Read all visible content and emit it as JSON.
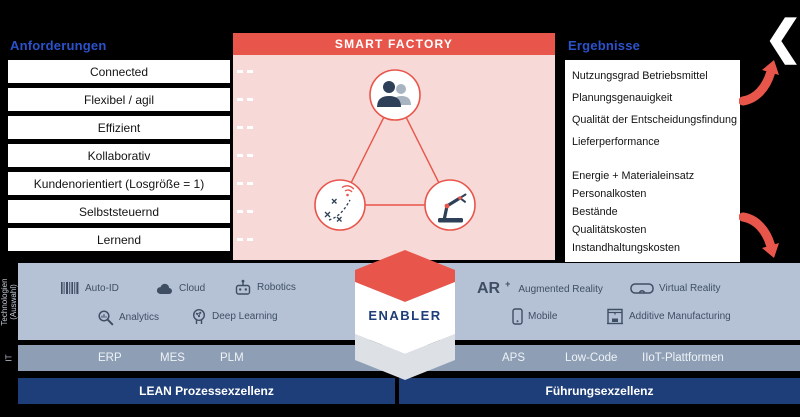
{
  "nav": {
    "back_icon": "❮"
  },
  "requirements": {
    "title": "Anforderungen",
    "items": [
      "Connected",
      "Flexibel / agil",
      "Effizient",
      "Kollaborativ",
      "Kundenorientiert (Losgröße = 1)",
      "Selbststeuernd",
      "Lernend"
    ]
  },
  "smart_factory": {
    "title": "SMART FACTORY"
  },
  "results": {
    "title": "Ergebnisse",
    "improve": [
      "Nutzungsgrad Betriebsmittel",
      "Planungsgenauigkeit",
      "Qualität der Entscheidungsfindung",
      "Lieferperformance"
    ],
    "reduce": [
      "Energie + Materialeinsatz",
      "Personalkosten",
      "Bestände",
      "Qualitätskosten",
      "Instandhaltungskosten"
    ]
  },
  "enabler": {
    "label": "ENABLER"
  },
  "technologies": {
    "side_label": "Technologien",
    "side_label_sub": "(Auswahl)",
    "auto_id": "Auto-ID",
    "cloud": "Cloud",
    "robotics": "Robotics",
    "analytics": "Analytics",
    "deep_learning": "Deep Learning",
    "ar_abbr": "AR",
    "ar_sup": "+",
    "augmented_reality": "Augmented Reality",
    "virtual_reality": "Virtual Reality",
    "mobile": "Mobile",
    "additive_manufacturing": "Additive Manufacturing"
  },
  "it_layer": {
    "side_label": "IT",
    "left": [
      "ERP",
      "MES",
      "PLM"
    ],
    "right": [
      "APS",
      "Low-Code",
      "IIoT-Plattformen"
    ]
  },
  "excellence": {
    "lean": "LEAN Prozessexzellenz",
    "leadership": "Führungsexzellenz"
  },
  "colors": {
    "accent_red": "#e8554b",
    "panel_pink": "#f7dad8",
    "title_blue": "#2b52cc",
    "tech_band": "#b5c2d6",
    "it_band": "#8e9fb5",
    "excellence_navy": "#1d3e78",
    "icon_slate": "#3f4e63"
  }
}
